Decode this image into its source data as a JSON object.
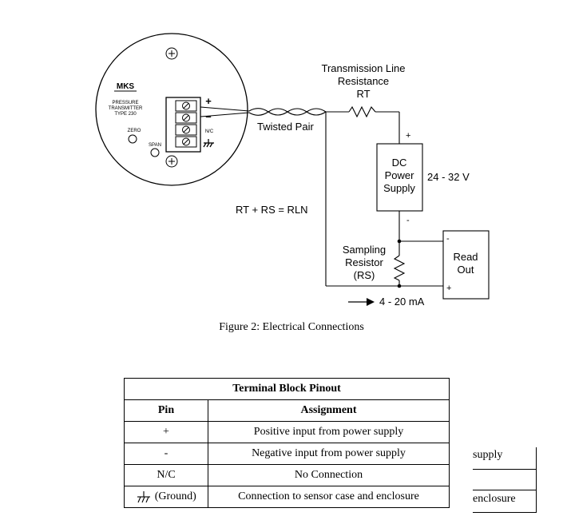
{
  "diagram": {
    "transmitter": {
      "logo": "MKS",
      "model_lines": [
        "PRESSURE",
        "TRANSMITTER",
        "TYPE 230"
      ],
      "zero_label": "ZERO",
      "span_label": "SPAN",
      "terminal_plus": "+",
      "terminal_minus": "–",
      "terminal_nc": "N/C"
    },
    "twisted_pair_label": "Twisted Pair",
    "transmission_line_lines": [
      "Transmission Line",
      "Resistance",
      "RT"
    ],
    "equation": "RT  +  RS  =  RLN",
    "power_supply": {
      "lines": [
        "DC",
        "Power",
        "Supply"
      ],
      "voltage": "24 - 32 V",
      "plus": "+",
      "minus": "-"
    },
    "sampling_resistor_lines": [
      "Sampling",
      "Resistor",
      "(RS)"
    ],
    "readout": {
      "lines": [
        "Read",
        "Out"
      ],
      "minus": "-",
      "plus": "+"
    },
    "current_label": "4 - 20 mA"
  },
  "figure_caption": "Figure 2:  Electrical Connections",
  "table": {
    "title": "Terminal Block Pinout",
    "headers": [
      "Pin",
      "Assignment"
    ],
    "rows": [
      {
        "pin": "+",
        "assignment": "Positive input from power supply"
      },
      {
        "pin": "-",
        "assignment": "Negative input from power supply"
      },
      {
        "pin": "N/C",
        "assignment": "No Connection"
      },
      {
        "pin": "(Ground)",
        "assignment": "Connection to sensor case and enclosure"
      }
    ]
  },
  "fragment": {
    "line1": "supply",
    "line2": "enclosure"
  }
}
